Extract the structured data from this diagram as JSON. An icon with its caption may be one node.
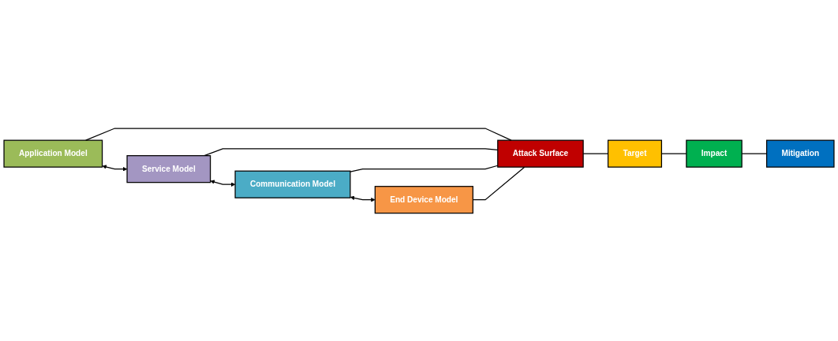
{
  "diagram": {
    "nodes": [
      {
        "text": [
          "Application Model"
        ]
      },
      {
        "text": [
          "Service Model"
        ]
      },
      {
        "text": [
          "Communication Model"
        ]
      },
      {
        "text": [
          "End Device Model"
        ]
      },
      {
        "text": [
          "Attack Surface"
        ]
      },
      {
        "text": [
          "Target"
        ]
      },
      {
        "text": [
          "Impact"
        ]
      },
      {
        "text": [
          "Mitigation"
        ]
      }
    ],
    "edges": [
      {
        "from": 0,
        "to": 1,
        "arrow": "both"
      },
      {
        "from": 1,
        "to": 2,
        "arrow": "both"
      },
      {
        "from": 2,
        "to": 3,
        "arrow": "both"
      },
      {
        "from": 0,
        "to": 4,
        "arrow": "none"
      },
      {
        "from": 1,
        "to": 4,
        "arrow": "none"
      },
      {
        "from": 2,
        "to": 4,
        "arrow": "none"
      },
      {
        "from": 3,
        "to": 4,
        "arrow": "none"
      },
      {
        "from": 4,
        "to": 5,
        "arrow": "none"
      },
      {
        "from": 5,
        "to": 6,
        "arrow": "none"
      },
      {
        "from": 6,
        "to": 7,
        "arrow": "none"
      }
    ]
  }
}
